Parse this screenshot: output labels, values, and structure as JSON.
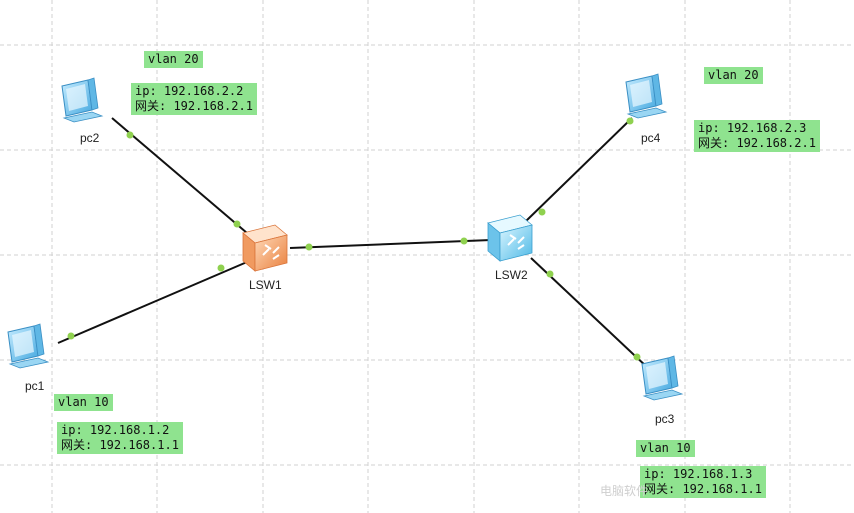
{
  "devices": {
    "pc1": {
      "name": "pc1"
    },
    "pc2": {
      "name": "pc2"
    },
    "pc3": {
      "name": "pc3"
    },
    "pc4": {
      "name": "pc4"
    },
    "lsw1": {
      "name": "LSW1"
    },
    "lsw2": {
      "name": "LSW2"
    }
  },
  "labels": {
    "pc2_vlan": "vlan 20",
    "pc2_ip": "ip: 192.168.2.2",
    "pc2_gw": "网关: 192.168.2.1",
    "pc4_vlan": "vlan 20",
    "pc4_ip": "ip: 192.168.2.3",
    "pc4_gw": "网关: 192.168.2.1",
    "pc1_vlan": "vlan 10",
    "pc1_ip": "ip: 192.168.1.2",
    "pc1_gw": "网关: 192.168.1.1",
    "pc3_vlan": "vlan 10",
    "pc3_ip": "ip: 192.168.1.3",
    "pc3_gw": "网关: 192.168.1.1"
  },
  "links": [
    {
      "from": "pc2",
      "to": "lsw1"
    },
    {
      "from": "pc1",
      "to": "lsw1"
    },
    {
      "from": "lsw1",
      "to": "lsw2"
    },
    {
      "from": "pc4",
      "to": "lsw2"
    },
    {
      "from": "pc3",
      "to": "lsw2"
    }
  ],
  "colors": {
    "label_bg": "#8fe38f",
    "link": "#111111",
    "port_dot": "#8fd14f",
    "grid": "#cfcfcf",
    "pc_body": "#7cc8ef",
    "lsw1": "#f4a56a",
    "lsw2": "#7fd0f0"
  },
  "watermark": "电脑软件"
}
